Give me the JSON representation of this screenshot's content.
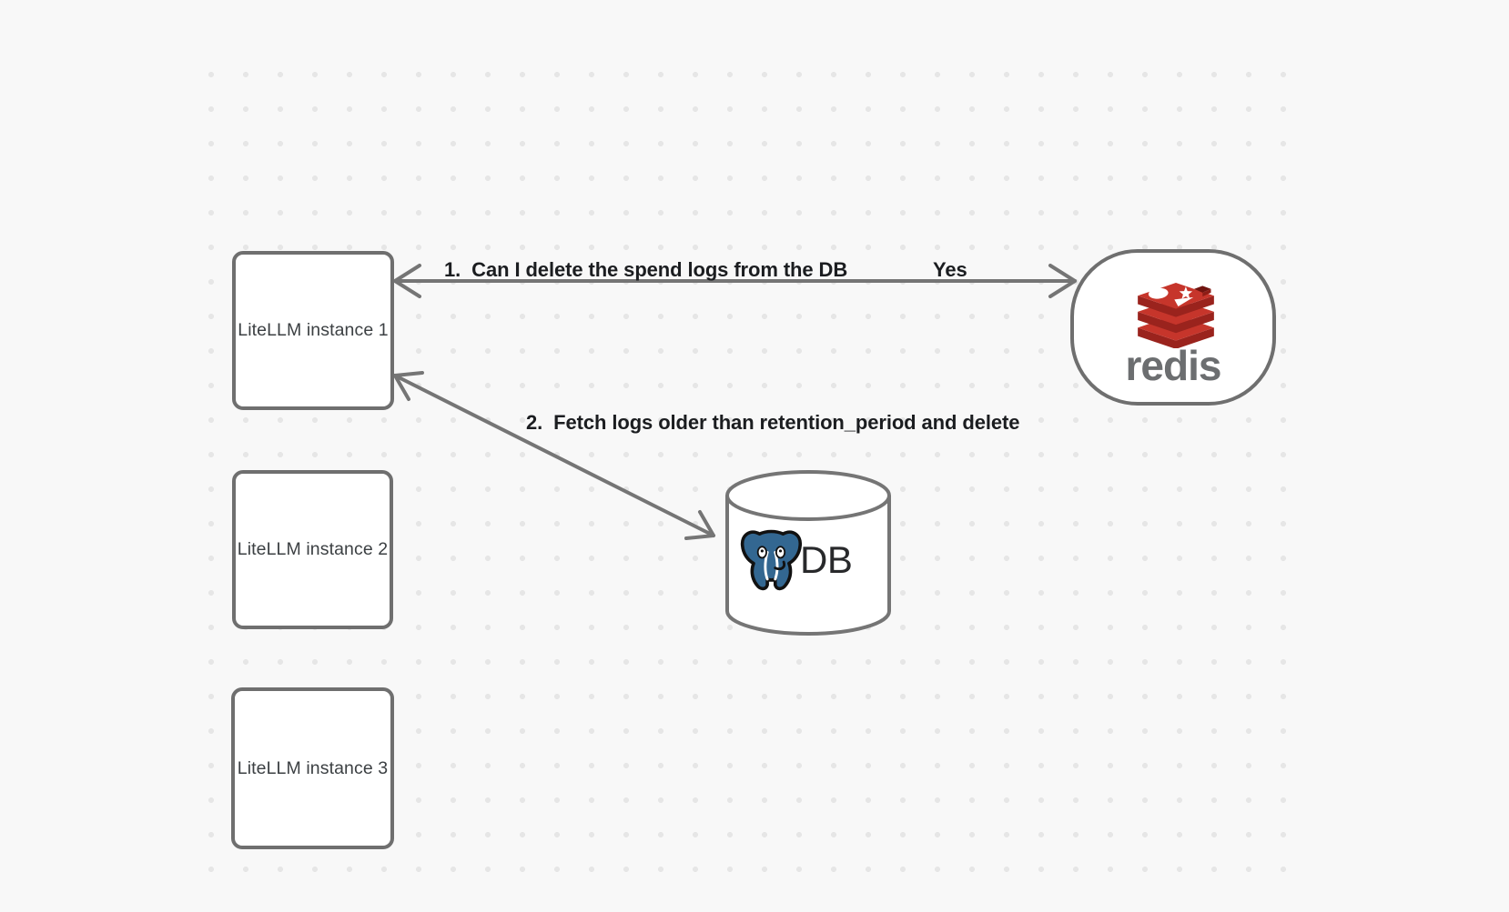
{
  "canvas": {
    "background_color": "#f8f8f8",
    "dot_color": "#e6e6e6",
    "stroke_color": "#757575"
  },
  "nodes": {
    "instances": [
      {
        "label": "LiteLLM instance 1"
      },
      {
        "label": "LiteLLM instance 2"
      },
      {
        "label": "LiteLLM instance 3"
      }
    ],
    "redis": {
      "label": "redis",
      "icon": "redis-stack-icon",
      "brand_red": "#c6352b",
      "brand_red_dark": "#9a231d",
      "wordmark_color": "#6c6e70"
    },
    "db": {
      "label": "DB",
      "icon": "postgresql-elephant-icon",
      "elephant_blue": "#336791"
    }
  },
  "edges": [
    {
      "id": "1",
      "from": "redis",
      "to": "LiteLLM instance 1",
      "style": "double-headed-arrow",
      "label": "1.  Can I delete the spend logs from the DB",
      "answer": "Yes"
    },
    {
      "id": "2",
      "from": "LiteLLM instance 1",
      "to": "DB",
      "style": "double-headed-arrow",
      "label": "2.  Fetch logs older than retention_period and delete"
    }
  ]
}
